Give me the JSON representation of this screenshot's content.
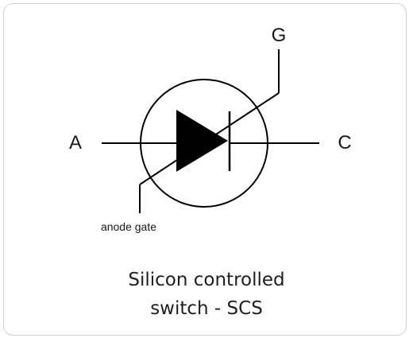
{
  "diagram": {
    "terminals": {
      "anode": "A",
      "cathode": "C",
      "gate": "G"
    },
    "anode_gate_label": "anode gate",
    "caption": {
      "line1": "Silicon controlled",
      "line2": "switch - SCS"
    },
    "colors": {
      "stroke": "#000000",
      "text": "#1a1a1a",
      "border": "#d0d0d0"
    }
  }
}
